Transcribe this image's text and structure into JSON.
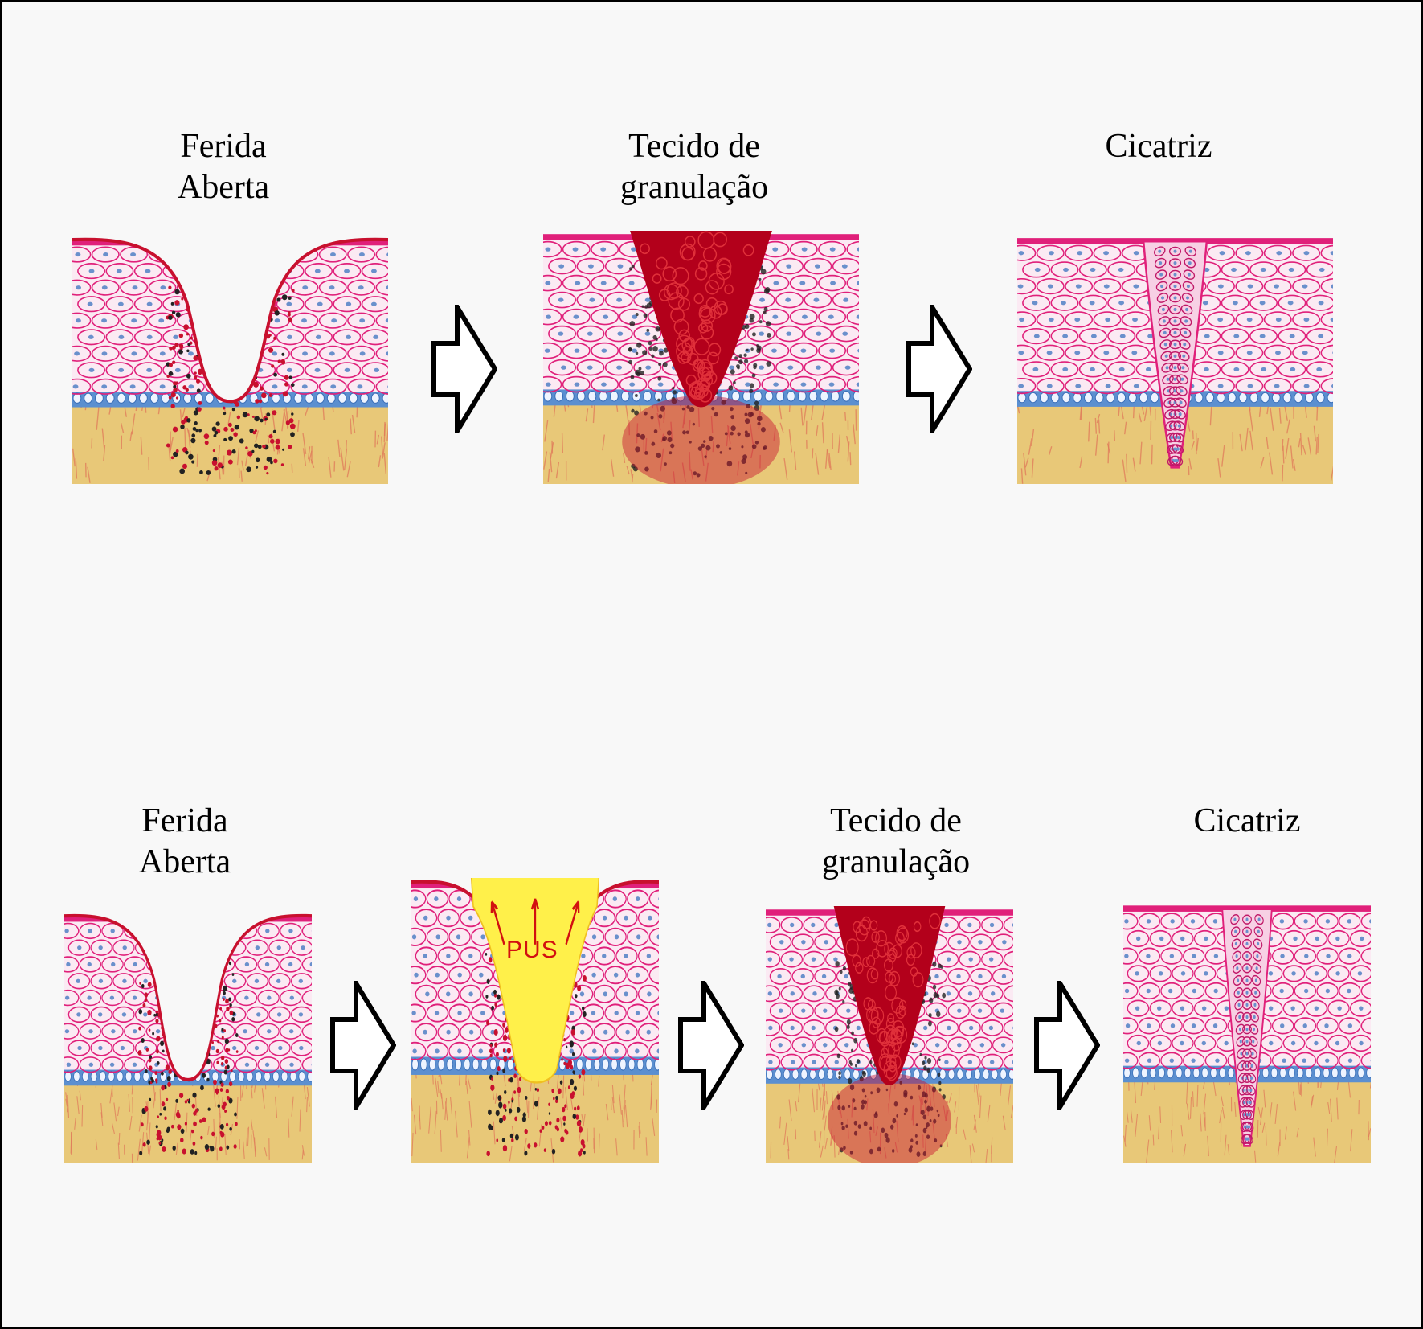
{
  "rows": [
    {
      "stages": [
        {
          "label": [
            "Ferida",
            "Aberta"
          ],
          "type": "open"
        },
        {
          "label": [
            "Tecido de",
            "granulação"
          ],
          "type": "granulation"
        },
        {
          "label": [
            "Cicatriz"
          ],
          "type": "scar"
        }
      ]
    },
    {
      "stages": [
        {
          "label": [
            "Ferida",
            "Aberta"
          ],
          "type": "open"
        },
        {
          "label": [],
          "type": "pus"
        },
        {
          "label": [
            "Tecido de",
            "granulação"
          ],
          "type": "granulation"
        },
        {
          "label": [
            "Cicatriz"
          ],
          "type": "scar"
        }
      ]
    }
  ],
  "pus_label": "PUS",
  "colors": {
    "epidermis": "#e0207a",
    "basal": "#5b8fd0",
    "dermis": "#e8c878",
    "blood": "#c8102e",
    "pus": "#fff04a",
    "arrow_fill": "#ffffff",
    "arrow_stroke": "#000000"
  },
  "icons": {
    "transition": "hollow-right-arrow-icon"
  }
}
